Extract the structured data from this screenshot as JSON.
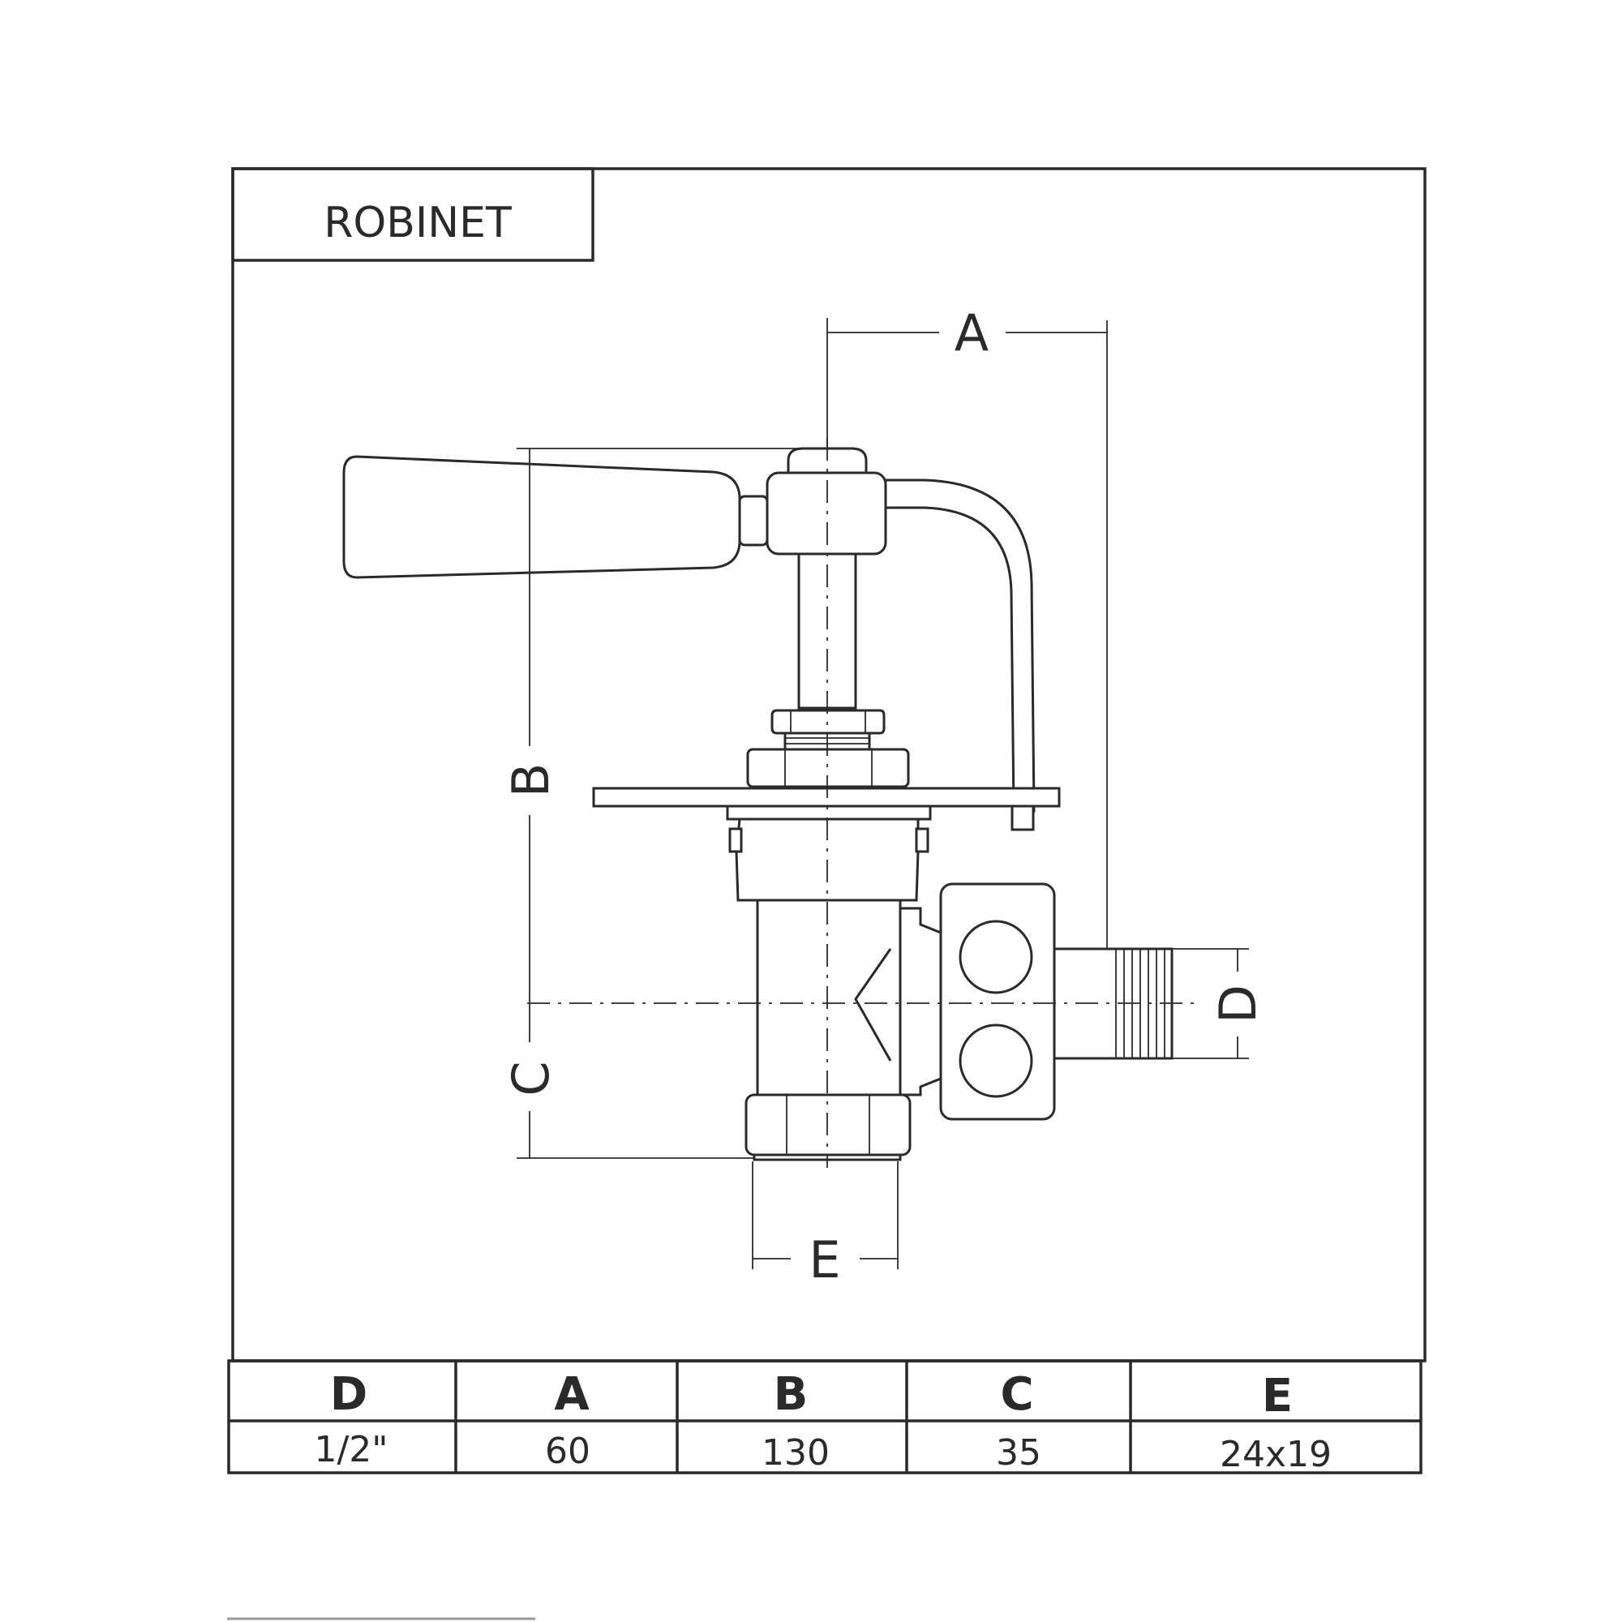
{
  "title": "ROBINET",
  "dimension_labels": {
    "a": "A",
    "b": "B",
    "c": "C",
    "d": "D",
    "e": "E"
  },
  "spec_table": {
    "headers": [
      "D",
      "A",
      "B",
      "C",
      "E"
    ],
    "values": [
      "1/2\"",
      "60",
      "130",
      "35",
      "24x19"
    ]
  }
}
